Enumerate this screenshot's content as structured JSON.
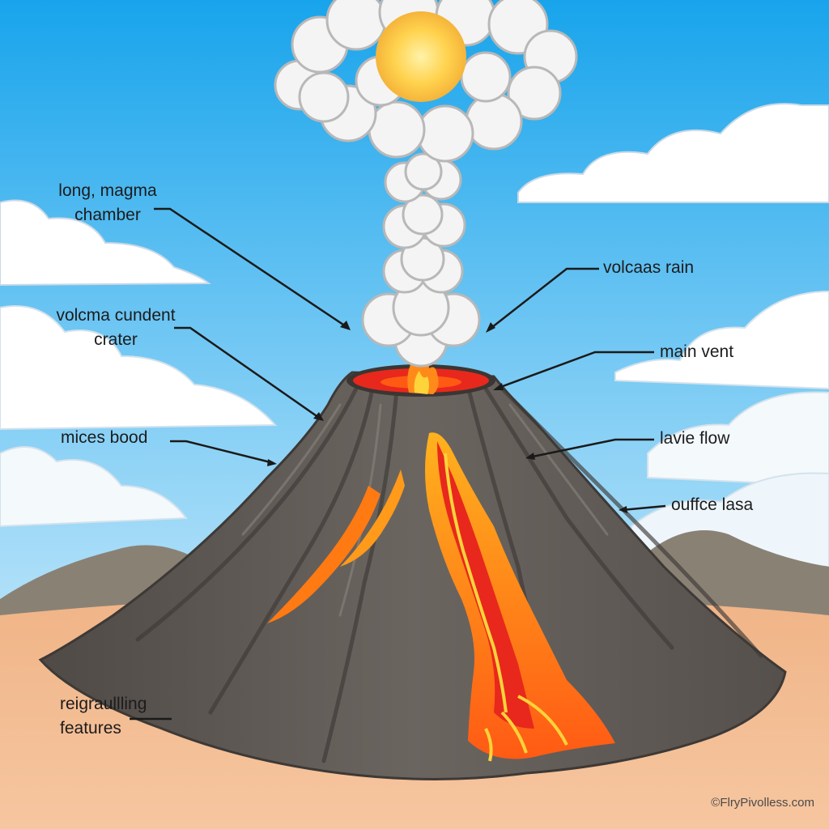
{
  "labels": {
    "magma_chamber": [
      "long, magma",
      "chamber"
    ],
    "volcanic_rain": "volcaas rain",
    "cundent_crater": [
      "volcma cundent",
      "crater"
    ],
    "main_vent": "main vent",
    "mices_bood": "mices bood",
    "lava_flow": "lavie flow",
    "ouffce_lasa": "ouffce lasa",
    "features": [
      "reigraullling",
      "features"
    ]
  },
  "credit": "©FlryPivolless.com",
  "colors": {
    "sky_top": "#1fa8ec",
    "sky_bottom": "#d6eefb",
    "ground": "#f2b98c",
    "mountain": "#6e6a66",
    "volcano": "#5f5955",
    "lava_red": "#e8281c",
    "lava_orange": "#ff8a1a",
    "lava_yellow": "#ffd33a",
    "ash": "#f2f2f2",
    "sun": "#ffd24d",
    "leader_line": "#1a1a1a"
  }
}
